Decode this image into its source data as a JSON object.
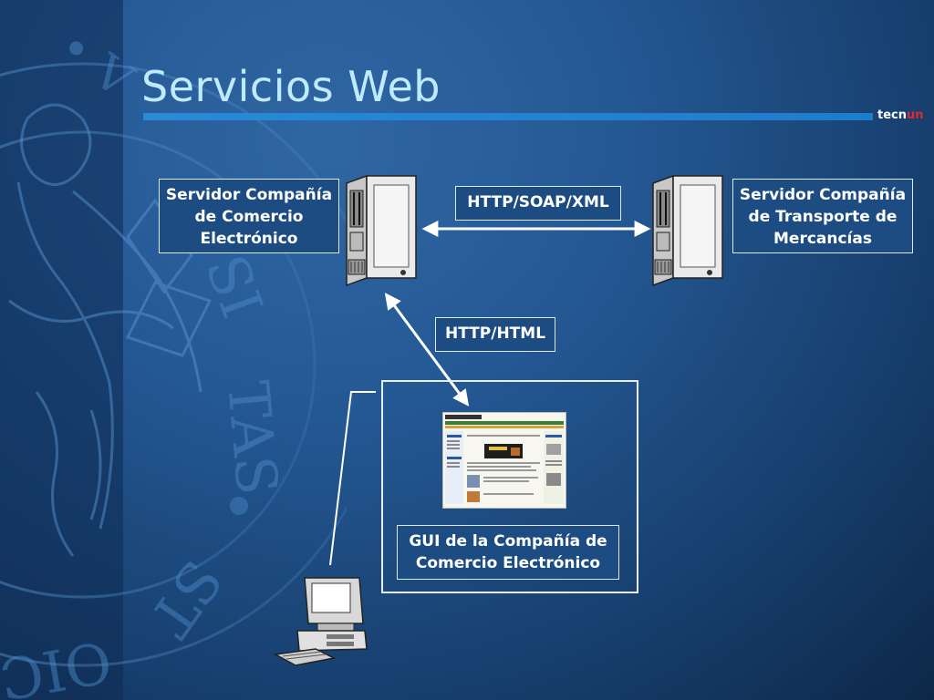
{
  "title": "Servicios Web",
  "logo": {
    "part1": "tecn",
    "part2": "un"
  },
  "boxes": {
    "ecommerce_server": [
      "Servidor Compañía",
      "de Comercio",
      "Electrónico"
    ],
    "transport_server": [
      "Servidor Compañía",
      "de Transporte de",
      "Mercancías"
    ],
    "gui": [
      "GUI de la Compañía de",
      "Comercio Electrónico"
    ]
  },
  "labels": {
    "soap": "HTTP/SOAP/XML",
    "html": "HTTP/HTML"
  },
  "seal_text": "VNIVERSITAS • STVDIORVM",
  "colors": {
    "accent": "#2a8ad6",
    "title": "#bfeaff",
    "logo_red": "#e02a2a"
  }
}
